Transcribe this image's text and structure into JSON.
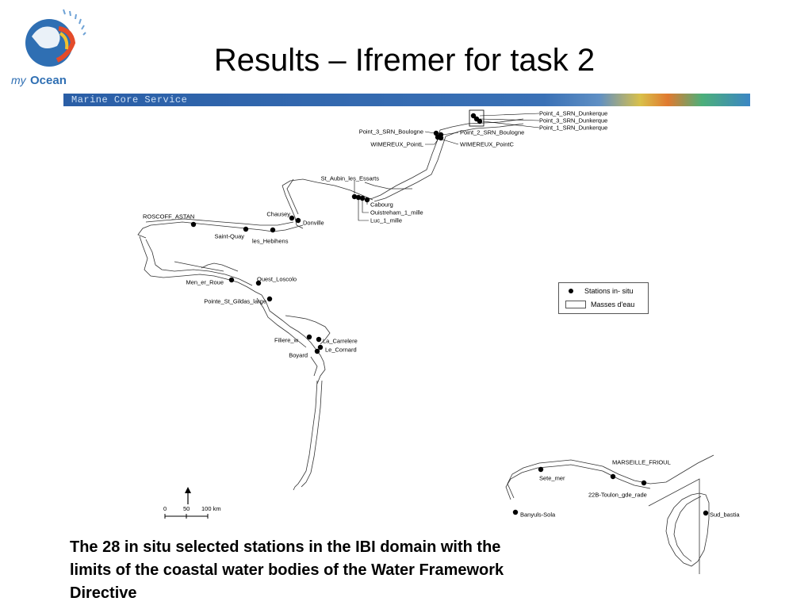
{
  "title": "Results – Ifremer for task 2",
  "logo": {
    "text_my": "my",
    "text_ocean": "Ocean"
  },
  "banner": {
    "text": "Marine Core Service"
  },
  "caption": "The 28 in situ selected stations in the IBI domain with the limits of the coastal water bodies of the Water Framework Directive",
  "legend": {
    "stations": "Stations in- situ",
    "water_bodies": "Masses d'eau"
  },
  "scale_bar": {
    "labels": [
      "0",
      "50",
      "100 km"
    ]
  },
  "stations": [
    "Point_4_SRN_Dunkerque",
    "Point_3_SRN_Dunkerque",
    "Point_1_SRN_Dunkerque",
    "Point_3_SRN_Boulogne",
    "Point_2_SRN_Boulogne",
    "WIMEREUX_PointL",
    "WIMEREUX_PointC",
    "St_Aubin_les_Essarts",
    "Cabourg",
    "Ouistreham_1_mille",
    "Luc_1_mille",
    "ROSCOFF_ASTAN",
    "Chausey",
    "Donville",
    "Saint-Quay",
    "les_Hebihens",
    "Ouest_Loscolo",
    "Men_er_Roue",
    "Pointe_St_Gildas_large",
    "Filiere_w",
    "La_Carrelere",
    "Le_Cornard",
    "Boyard",
    "MARSEILLE_FRIOUL",
    "Sete_mer",
    "22B-Toulon_gde_rade",
    "Banyuls-Sola",
    "Sud_bastia"
  ]
}
